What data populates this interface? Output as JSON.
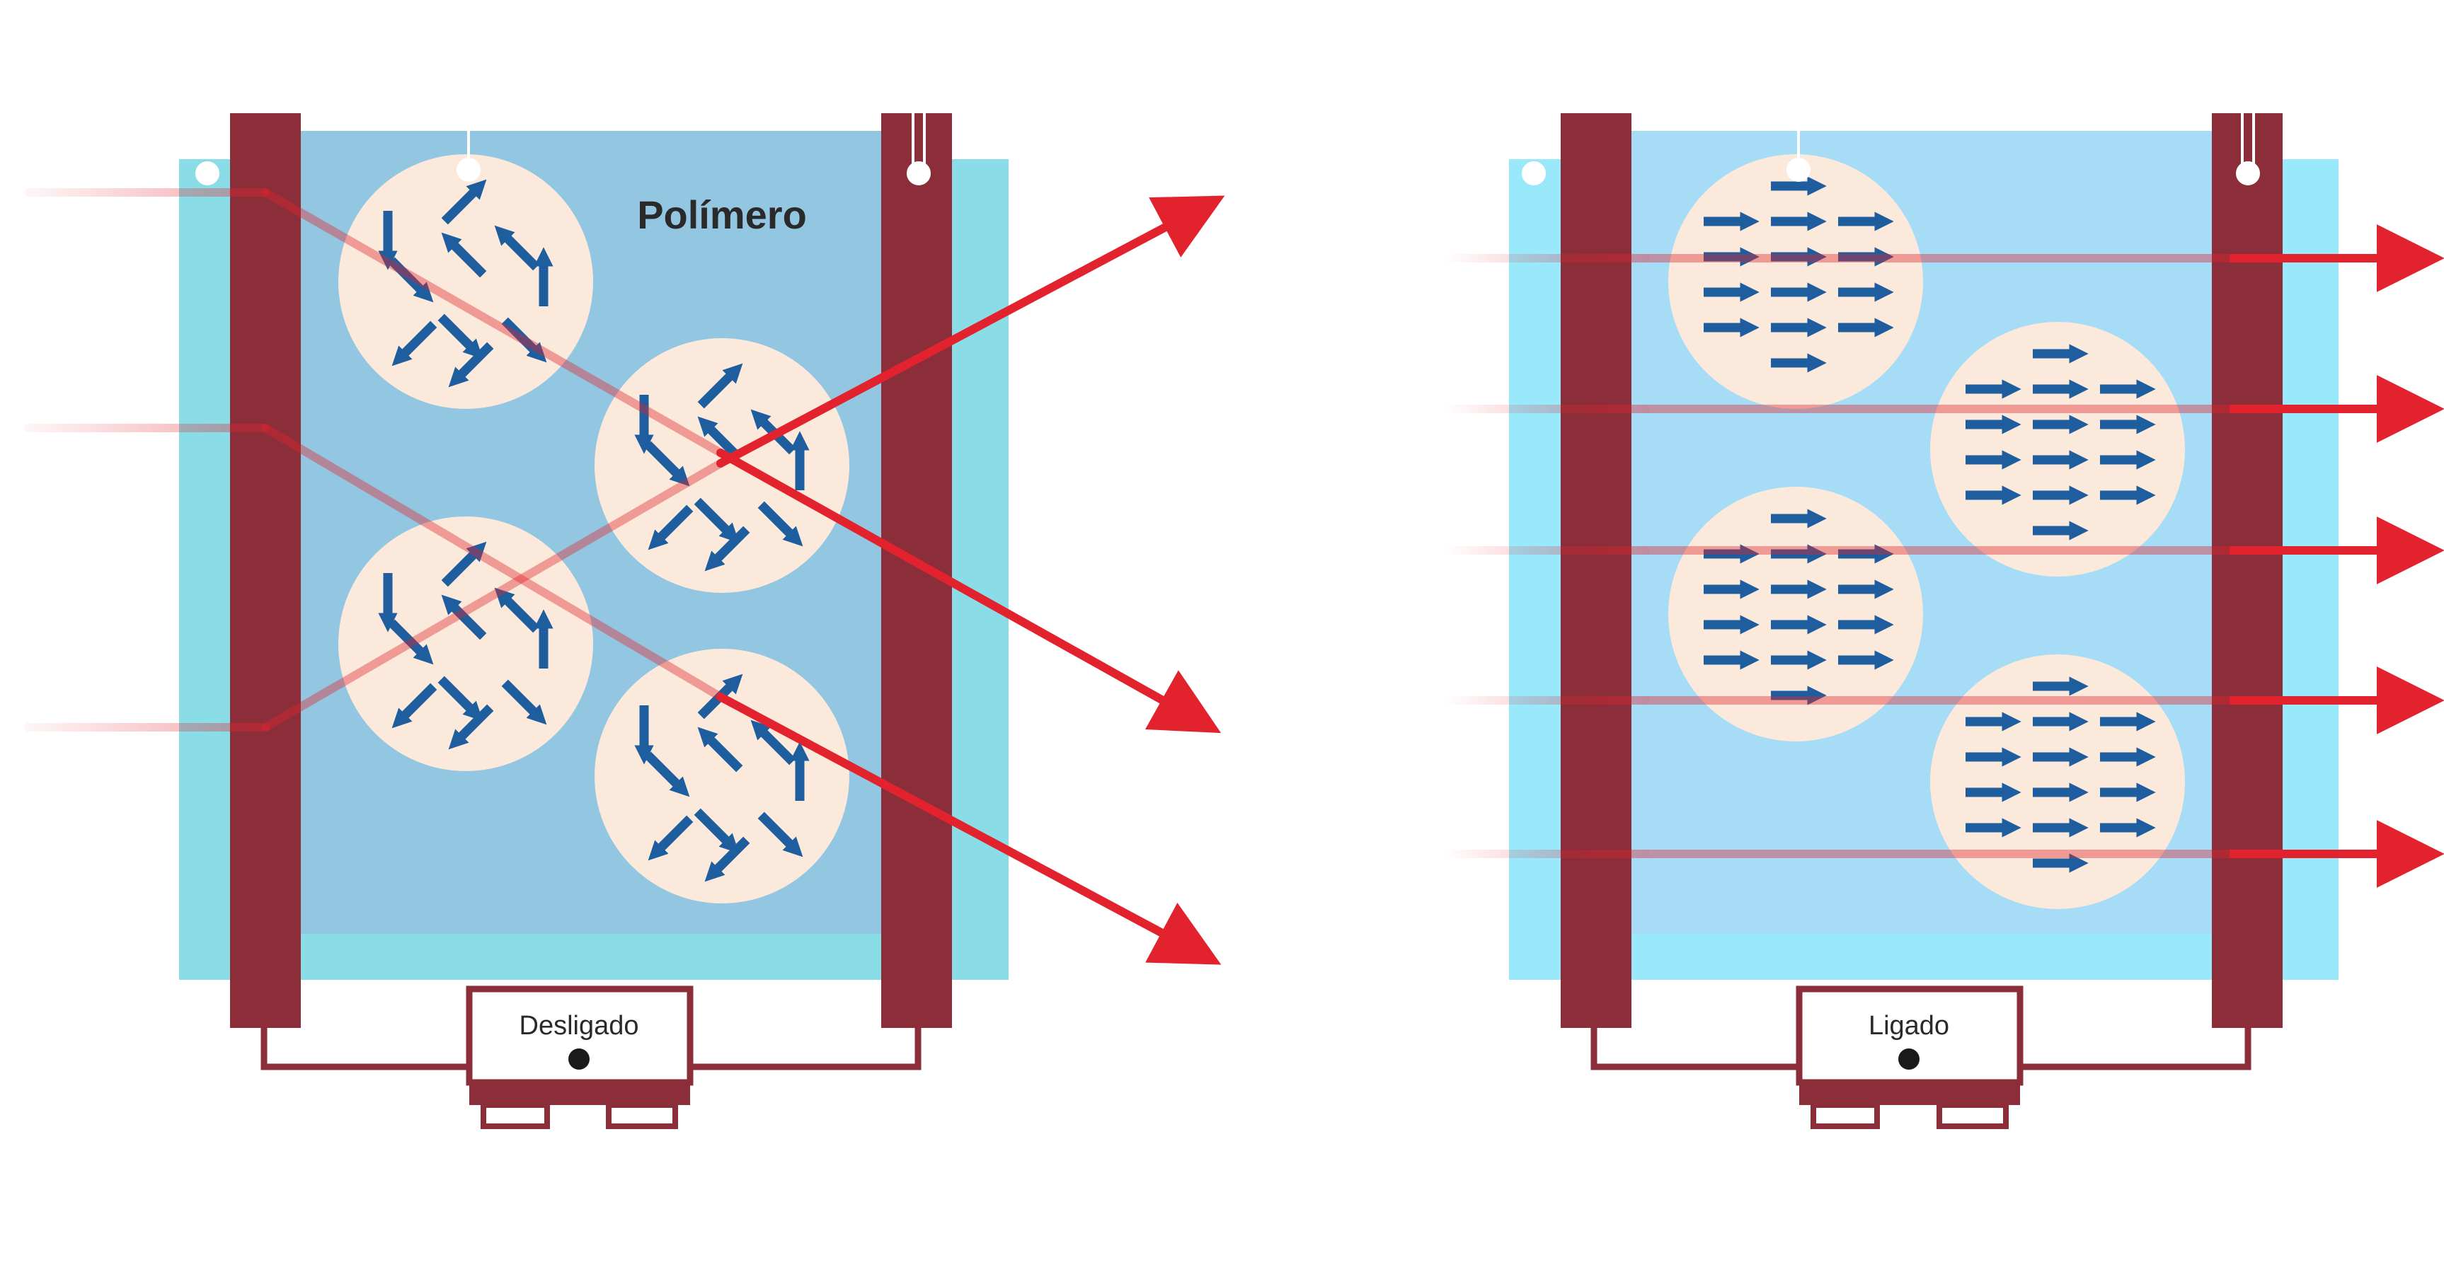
{
  "left_panel": {
    "material_label": "Polímero",
    "device_label": "Desligado"
  },
  "right_panel": {
    "device_label": "Ligado"
  },
  "colors": {
    "electrode": "#8B2E39",
    "glass_left": "#8ADCE6",
    "film_left": "#93C6E1",
    "glass_right": "#9AE9FB",
    "film_right": "#A6DCF6",
    "droplet": "#FBE9DC",
    "molecule_arrow": "#1F5E9E",
    "light_ray": "#E2232E"
  },
  "icons": {
    "molecule_random": "arrow-icon",
    "molecule_aligned": "right-arrow-icon",
    "light_ray": "arrowhead-icon"
  }
}
